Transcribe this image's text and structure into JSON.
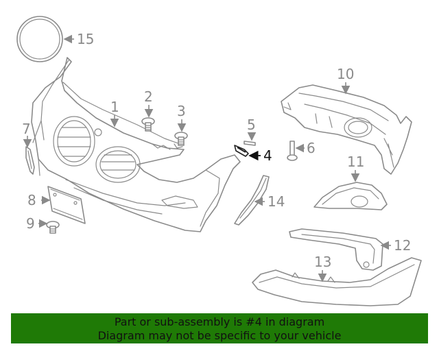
{
  "callouts": {
    "c1": "1",
    "c2": "2",
    "c3": "3",
    "c4": "4",
    "c5": "5",
    "c6": "6",
    "c7": "7",
    "c8": "8",
    "c9": "9",
    "c10": "10",
    "c11": "11",
    "c12": "12",
    "c13": "13",
    "c14": "14",
    "c15": "15"
  },
  "highlighted_part": "4",
  "banner": {
    "line1": "Part or sub-assembly is #4 in diagram",
    "line2": "Diagram may not be specific to your vehicle"
  },
  "colors": {
    "banner_bg": "#1f7a06",
    "line_gray": "#8a8a8a",
    "highlight": "#111111"
  }
}
